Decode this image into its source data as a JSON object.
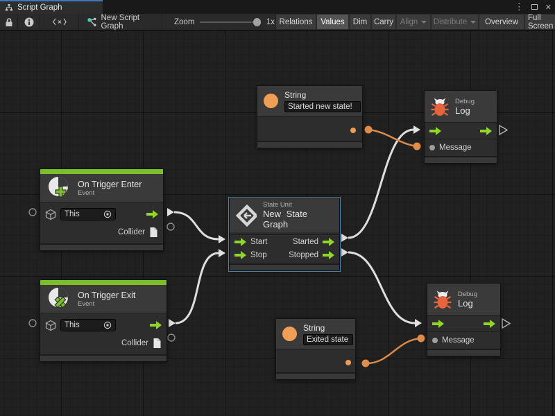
{
  "window": {
    "tab_title": "Script Graph"
  },
  "icons": {
    "kebab_menu": "⋮",
    "close": "✕"
  },
  "toolbar": {
    "graph_name": "New Script Graph",
    "zoom_label": "Zoom",
    "zoom_value": "1x",
    "buttons": [
      {
        "label": "Relations",
        "state": "normal"
      },
      {
        "label": "Values",
        "state": "active"
      },
      {
        "label": "Dim",
        "state": "normal"
      },
      {
        "label": "Carry",
        "state": "normal"
      },
      {
        "label": "Align",
        "state": "disabled"
      },
      {
        "label": "Distribute",
        "state": "disabled"
      },
      {
        "label": "Overview",
        "state": "normal"
      },
      {
        "label": "Full Screen",
        "state": "normal"
      }
    ]
  },
  "nodes": {
    "string_top": {
      "title": "String",
      "value": "Started new state!"
    },
    "debug_top": {
      "subtitle": "Debug",
      "title": "Log",
      "message_label": "Message"
    },
    "trigger_enter": {
      "title": "On Trigger Enter",
      "subtitle": "Event",
      "target_value": "This",
      "output_label": "Collider"
    },
    "state_unit": {
      "subtitle": "State Unit",
      "title": "New State Graph",
      "in1": "Start",
      "in2": "Stop",
      "out1": "Started",
      "out2": "Stopped"
    },
    "trigger_exit": {
      "title": "On Trigger Exit",
      "subtitle": "Event",
      "target_value": "This",
      "output_label": "Collider"
    },
    "string_bottom": {
      "title": "String",
      "value": "Exited state"
    },
    "debug_bottom": {
      "subtitle": "Debug",
      "title": "Log",
      "message_label": "Message"
    }
  },
  "colors": {
    "event_green": "#7abf2a",
    "flow_green": "#8fd627",
    "value_orange": "#ef9e55",
    "wire_orange": "#dd8948",
    "bug_red": "#e8643c",
    "selection_blue": "#4e81a0",
    "tab_accent_blue": "#3e78bf",
    "canvas_bg": "#212121"
  }
}
